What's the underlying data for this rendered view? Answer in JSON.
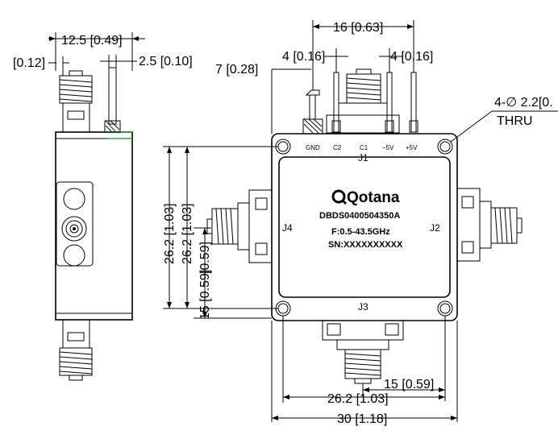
{
  "side_view": {
    "dim_width": "12.5 [0.49]",
    "dim_left": "[0.12]",
    "dim_pin": "2.5 [0.10]"
  },
  "top_view": {
    "dim_pin_span": "16 [0.63]",
    "dim_pin_pitch_left": "4 [0.16]",
    "dim_pin_pitch_right": "4 [0.16]",
    "dim_pin_offset": "7 [0.28]",
    "dim_hole_spec": "4-∅ 2.2[0.",
    "dim_hole_thru": "THRU",
    "dim_height_outer": "26.2 [1.03]",
    "dim_height_inner": "26.2 [1.03]",
    "dim_height_mid": "[0.59]",
    "dim_height_low": "15 [0.59]",
    "dim_bottom_connector": "15 [0.59]",
    "dim_hole_span": "26.2 [1.03]",
    "dim_total_width": "30 [1.18]",
    "pins": [
      "GND",
      "C2",
      "C1",
      "−5V",
      "+5V"
    ],
    "ports": {
      "j1": "J1",
      "j2": "J2",
      "j3": "J3",
      "j4": "J4"
    },
    "brand": "Qotana",
    "part_number": "DBDS0400504350A",
    "frequency": "F:0.5-43.5GHz",
    "serial": "SN:XXXXXXXXXX"
  }
}
